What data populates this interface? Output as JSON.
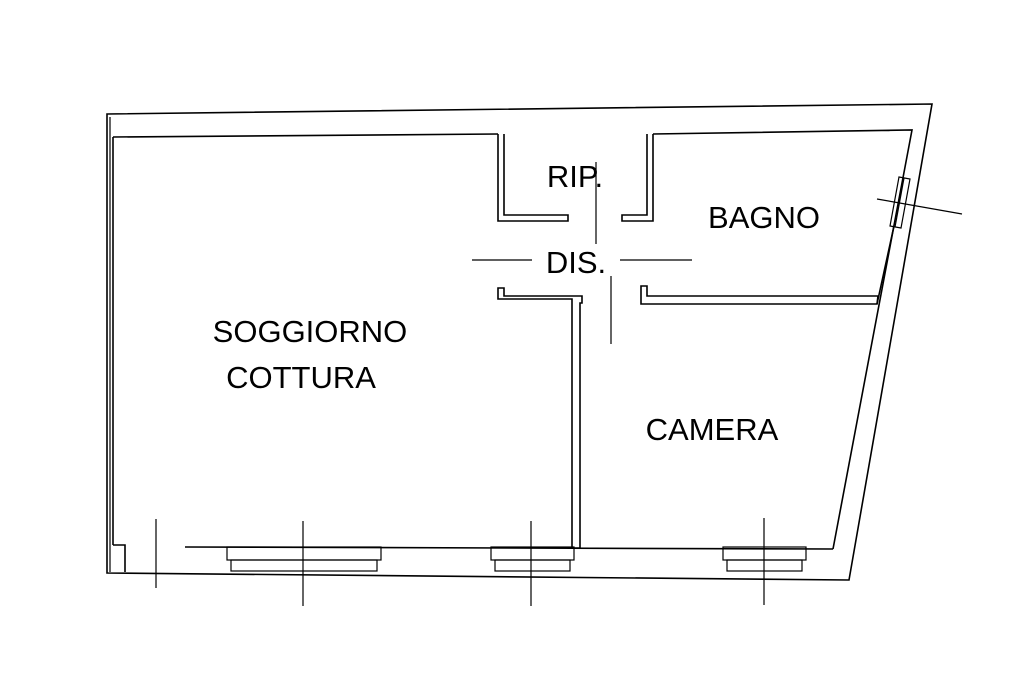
{
  "rooms": {
    "soggiorno": {
      "line1": "SOGGIORNO",
      "line2": "COTTURA"
    },
    "ripostiglio": {
      "label": "RIP."
    },
    "disimpegno": {
      "label": "DIS."
    },
    "bagno": {
      "label": "BAGNO"
    },
    "camera": {
      "label": "CAMERA"
    }
  },
  "colors": {
    "ink": "#000000",
    "background": "#ffffff"
  }
}
